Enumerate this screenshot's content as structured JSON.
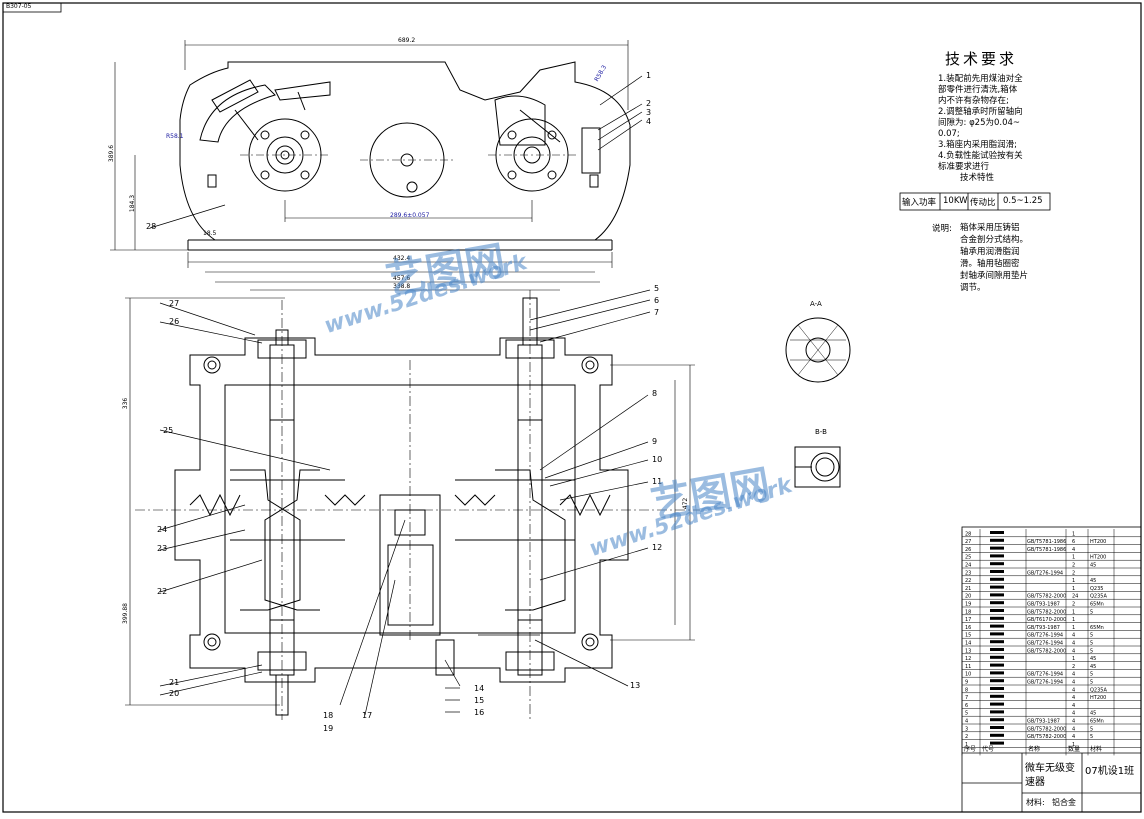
{
  "corner_tag": "B307-05",
  "tech": {
    "title": "技术要求",
    "lines": [
      "1.装配前先用煤油对全",
      "部零件进行清洗,箱体",
      "内不许有杂物存在;",
      "2.调整轴承时所留轴向",
      "间隙为: φ25为0.04~",
      "0.07;",
      "3.箱座内采用脂润滑;",
      "4.负载性能试验按有关",
      "标准要求进行",
      "技术特性"
    ]
  },
  "spec": {
    "input_power_label": "输入功率",
    "input_power_value": "10KW",
    "ratio_label": "传动比",
    "ratio_value": "0.5~1.25"
  },
  "notes": {
    "label": "说明:",
    "lines": [
      "箱体采用压铸铝",
      "合金剖分式结构。",
      "轴承用润滑脂润",
      "滑。轴用毡圈密",
      "封轴承间隙用垫片",
      "调节。"
    ]
  },
  "sections": {
    "aa": "A-A",
    "bb": "B-B"
  },
  "dims": {
    "top_width": "689.2",
    "height": "389.6",
    "mid_height": "184.3",
    "centers": "289.6±0.057",
    "width2": "432.4",
    "width3": "457.6",
    "width4": "338.8",
    "left_vert": "336",
    "left_vert2": "399.88",
    "right_vert": "472",
    "base_w": "18.5",
    "r1": "R58.1",
    "r2": "R58.3"
  },
  "callouts": [
    "1",
    "2",
    "3",
    "4",
    "5",
    "6",
    "7",
    "8",
    "9",
    "10",
    "11",
    "12",
    "13",
    "14",
    "15",
    "16",
    "17",
    "18",
    "19",
    "20",
    "21",
    "22",
    "23",
    "24",
    "25",
    "26",
    "27",
    "28"
  ],
  "title_block": {
    "name": "微车无级变速器",
    "class": "07机设1班",
    "material_label": "材料:",
    "material_value": "铝合金",
    "header_cols": [
      "序号",
      "代号",
      "名称",
      "数量",
      "材料"
    ]
  },
  "parts_list": [
    {
      "no": "28",
      "code": "",
      "qty": "1",
      "mat": ""
    },
    {
      "no": "27",
      "code": "GB/T5781-1986",
      "qty": "6",
      "mat": "HT200"
    },
    {
      "no": "26",
      "code": "GB/T5781-1986",
      "qty": "4",
      "mat": ""
    },
    {
      "no": "25",
      "code": "",
      "qty": "1",
      "mat": "HT200"
    },
    {
      "no": "24",
      "code": "",
      "qty": "2",
      "mat": "45"
    },
    {
      "no": "23",
      "code": "GB/T276-1994",
      "qty": "2",
      "mat": ""
    },
    {
      "no": "22",
      "code": "",
      "qty": "1",
      "mat": "45"
    },
    {
      "no": "21",
      "code": "",
      "qty": "1",
      "mat": "Q235"
    },
    {
      "no": "20",
      "code": "GB/T5782-2000",
      "qty": "24",
      "mat": "Q235A"
    },
    {
      "no": "19",
      "code": "GB/T93-1987",
      "qty": "2",
      "mat": "65Mn"
    },
    {
      "no": "18",
      "code": "GB/T5782-2000",
      "qty": "1",
      "mat": "5"
    },
    {
      "no": "17",
      "code": "GB/T6170-2000",
      "qty": "1",
      "mat": ""
    },
    {
      "no": "16",
      "code": "GB/T93-1987",
      "qty": "1",
      "mat": "65Mn"
    },
    {
      "no": "15",
      "code": "GB/T276-1994",
      "qty": "4",
      "mat": "5"
    },
    {
      "no": "14",
      "code": "GB/T276-1994",
      "qty": "4",
      "mat": "5"
    },
    {
      "no": "13",
      "code": "GB/T5782-2000",
      "qty": "4",
      "mat": "5"
    },
    {
      "no": "12",
      "code": "",
      "qty": "1",
      "mat": "45"
    },
    {
      "no": "11",
      "code": "",
      "qty": "2",
      "mat": "45"
    },
    {
      "no": "10",
      "code": "GB/T276-1994",
      "qty": "4",
      "mat": "5"
    },
    {
      "no": "9",
      "code": "GB/T276-1994",
      "qty": "4",
      "mat": "5"
    },
    {
      "no": "8",
      "code": "",
      "qty": "4",
      "mat": "Q235A"
    },
    {
      "no": "7",
      "code": "",
      "qty": "4",
      "mat": "HT200"
    },
    {
      "no": "6",
      "code": "",
      "qty": "4",
      "mat": ""
    },
    {
      "no": "5",
      "code": "",
      "qty": "4",
      "mat": "45"
    },
    {
      "no": "4",
      "code": "GB/T93-1987",
      "qty": "4",
      "mat": "65Mn"
    },
    {
      "no": "3",
      "code": "GB/T5782-2000",
      "qty": "4",
      "mat": "5"
    },
    {
      "no": "2",
      "code": "GB/T5782-2000",
      "qty": "4",
      "mat": "5"
    },
    {
      "no": "1",
      "code": "",
      "qty": "1",
      "mat": ""
    }
  ],
  "watermark": {
    "brand": "艺图网",
    "url": "www.52des.work"
  },
  "colors": {
    "line": "#000000",
    "dim": "#1a1aa0",
    "watermark": "#4a86c8"
  }
}
